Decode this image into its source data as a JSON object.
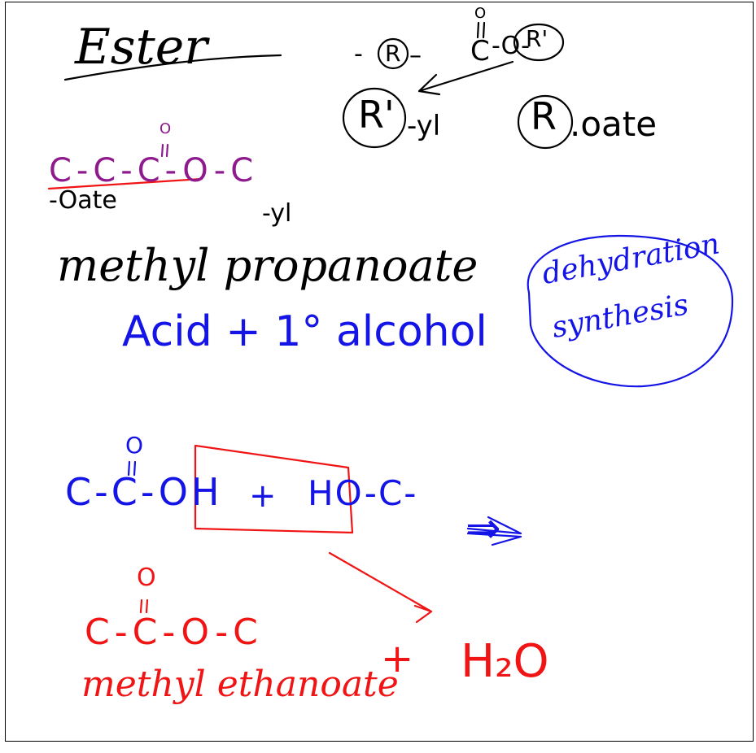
{
  "colors": {
    "black": "#000000",
    "purple": "#8e1a8e",
    "blue": "#1414e6",
    "red": "#f01414"
  },
  "notes": {
    "title": "Ester",
    "title_dash": "-",
    "general": {
      "r_left": "R",
      "carbonyl_o": "O",
      "carbonyl_c": "C",
      "ester_o": "-O-",
      "r_right": "R'",
      "r_prime_circle": "R'",
      "yl_suffix": "-yl",
      "r_circle": "R",
      "oate_suffix": ".oate"
    },
    "purple_example": {
      "chain": "C-C-C-O-C",
      "carbonyl_o": "O",
      "oate_label": "-Oate",
      "yl_label": "-yl"
    },
    "name_line": "methyl propanoate",
    "reaction_line": "Acid + 1° alcohol",
    "bubble": {
      "line1": "dehydration",
      "line2": "synthesis"
    },
    "reactants": {
      "acid": "C-C-OH",
      "carbonyl_o": "O",
      "plus": "+",
      "alcohol": "HO-C-",
      "arrow": "⇒"
    },
    "product": {
      "structure": "C-C-O-C",
      "carbonyl_o": "O",
      "name": "methyl ethanoate",
      "plus": "+",
      "water": "H₂O"
    }
  }
}
